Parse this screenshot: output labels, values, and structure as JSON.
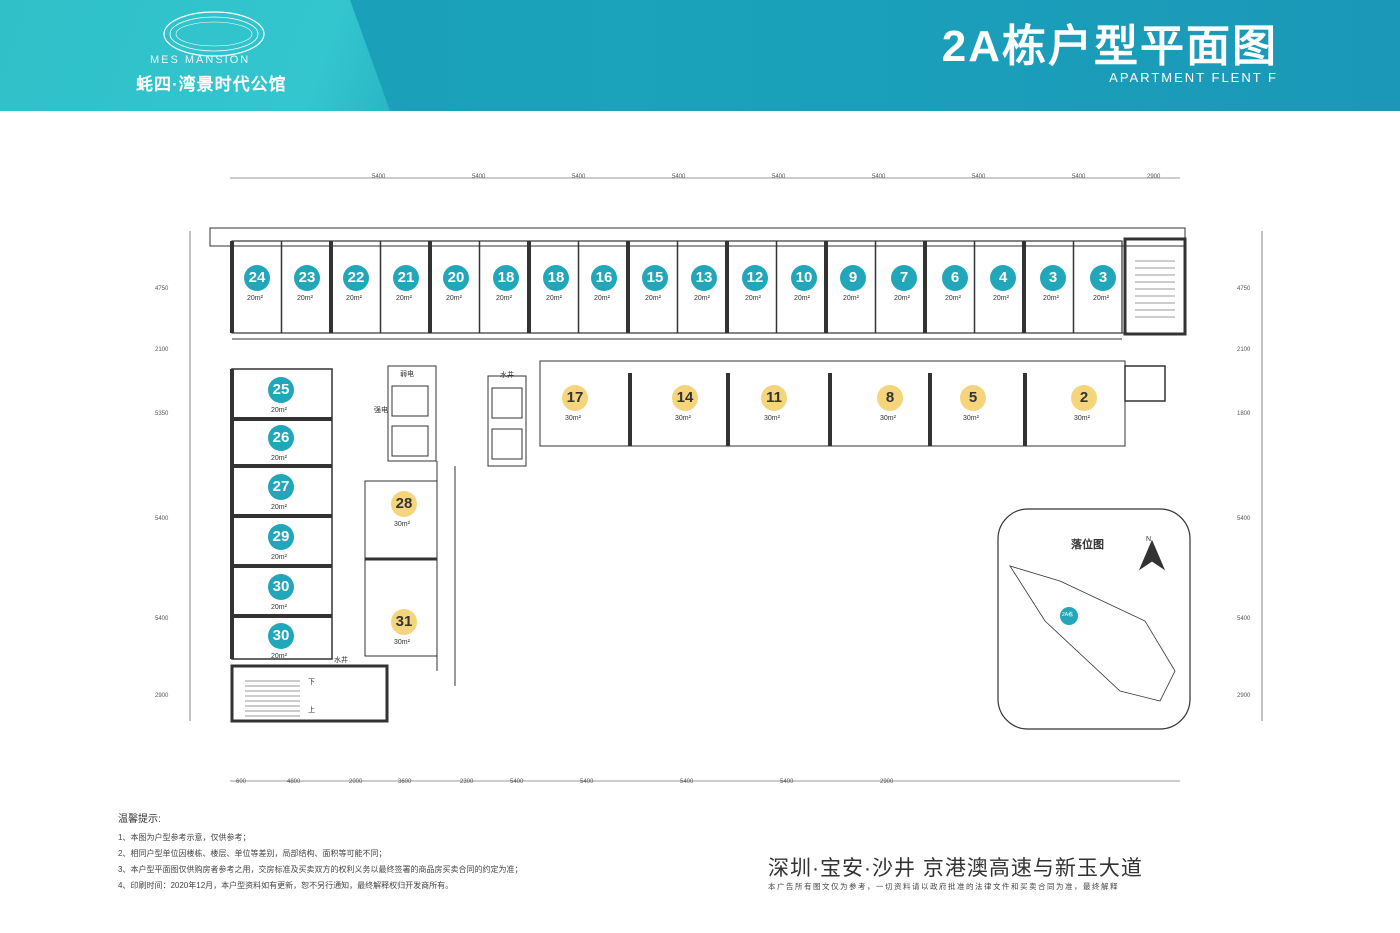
{
  "header": {
    "title": "2A栋户型平面图",
    "subtitle": "APARTMENT FLENT F",
    "brand_en": "MES MANSION",
    "brand_cn": "蚝四·湾景时代公馆",
    "colors": {
      "banner": "#1b9db5",
      "banner_light": "#33c6cf"
    }
  },
  "top_units": [
    {
      "no": "24",
      "area": "20m²"
    },
    {
      "no": "23",
      "area": "20m²"
    },
    {
      "no": "22",
      "area": "20m²"
    },
    {
      "no": "21",
      "area": "20m²"
    },
    {
      "no": "20",
      "area": "20m²"
    },
    {
      "no": "18",
      "area": "20m²"
    },
    {
      "no": "18",
      "area": "20m²"
    },
    {
      "no": "16",
      "area": "20m²"
    },
    {
      "no": "15",
      "area": "20m²"
    },
    {
      "no": "13",
      "area": "20m²"
    },
    {
      "no": "12",
      "area": "20m²"
    },
    {
      "no": "10",
      "area": "20m²"
    },
    {
      "no": "9",
      "area": "20m²"
    },
    {
      "no": "7",
      "area": "20m²"
    },
    {
      "no": "6",
      "area": "20m²"
    },
    {
      "no": "4",
      "area": "20m²"
    },
    {
      "no": "3",
      "area": "20m²"
    },
    {
      "no": "3",
      "area": "20m²"
    }
  ],
  "mid_units": [
    {
      "no": "17",
      "area": "30m²"
    },
    {
      "no": "14",
      "area": "30m²"
    },
    {
      "no": "11",
      "area": "30m²"
    },
    {
      "no": "8",
      "area": "30m²"
    },
    {
      "no": "5",
      "area": "30m²"
    },
    {
      "no": "2",
      "area": "30m²"
    }
  ],
  "left_units": [
    {
      "no": "25",
      "area": "20m²"
    },
    {
      "no": "26",
      "area": "20m²"
    },
    {
      "no": "27",
      "area": "20m²"
    },
    {
      "no": "29",
      "area": "20m²"
    },
    {
      "no": "30",
      "area": "20m²"
    },
    {
      "no": "30",
      "area": "20m²"
    }
  ],
  "core_units": [
    {
      "no": "28",
      "area": "30m²"
    },
    {
      "no": "31",
      "area": "30m²"
    }
  ],
  "labels": {
    "weak_elec": "弱电",
    "water_well": "水井",
    "water_well2": "水井",
    "strong_elec": "强电",
    "up": "上",
    "down": "下"
  },
  "dims_top": [
    "5400",
    "5400",
    "5400",
    "5400",
    "5400",
    "5400",
    "5400",
    "5400",
    "2900"
  ],
  "dims_bottom": [
    "600",
    "4800",
    "2000",
    "3600",
    "2300",
    "5400",
    "5400",
    "5400",
    "5400",
    "2900"
  ],
  "dims_left": [
    "4750",
    "2100",
    "5350",
    "5400",
    "5400",
    "2900"
  ],
  "dims_right": [
    "4750",
    "2100",
    "1800",
    "5400",
    "5400",
    "2900"
  ],
  "keymap": {
    "title": "落位图",
    "north": "N",
    "tag": "2A栋"
  },
  "notes": {
    "head": "温馨提示:",
    "lines": [
      "1、本图为户型参考示意，仅供参考；",
      "2、相同户型单位因楼栋、楼层、单位等差别，局部结构、面积等可能不同；",
      "3、本户型平面图仅供购房者参考之用，交房标准及买卖双方的权利义务以最终签署的商品房买卖合同的约定为准；",
      "4、印刷时间：2020年12月，本户型资料如有更新，恕不另行通知，最终解释权归开发商所有。"
    ]
  },
  "location": "深圳·宝安·沙井 京港澳高速与新玉大道",
  "disclaimer": "本广告所有图文仅为参考，一切资料请以政府批准的法律文件和买卖合同为准，最终解释"
}
